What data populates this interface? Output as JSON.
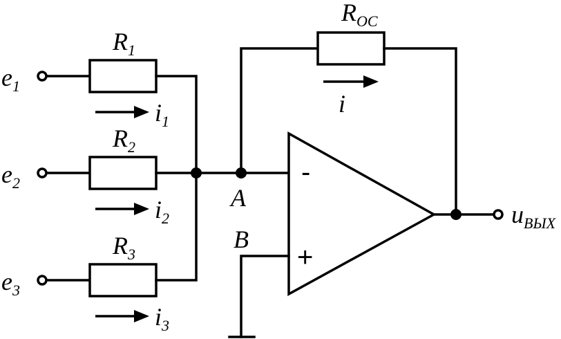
{
  "inputs": [
    {
      "name": "e",
      "sub": "1",
      "resistor": "R",
      "resistor_sub": "1",
      "current": "i",
      "current_sub": "1"
    },
    {
      "name": "e",
      "sub": "2",
      "resistor": "R",
      "resistor_sub": "2",
      "current": "i",
      "current_sub": "2"
    },
    {
      "name": "e",
      "sub": "3",
      "resistor": "R",
      "resistor_sub": "3",
      "current": "i",
      "current_sub": "3"
    }
  ],
  "feedback": {
    "resistor": "R",
    "resistor_sub": "OC",
    "current": "i"
  },
  "nodes": {
    "inverting": "A",
    "non_inverting": "B"
  },
  "opamp": {
    "minus": "-",
    "plus": "+"
  },
  "output": {
    "name": "u",
    "sub": "ВЫХ"
  }
}
